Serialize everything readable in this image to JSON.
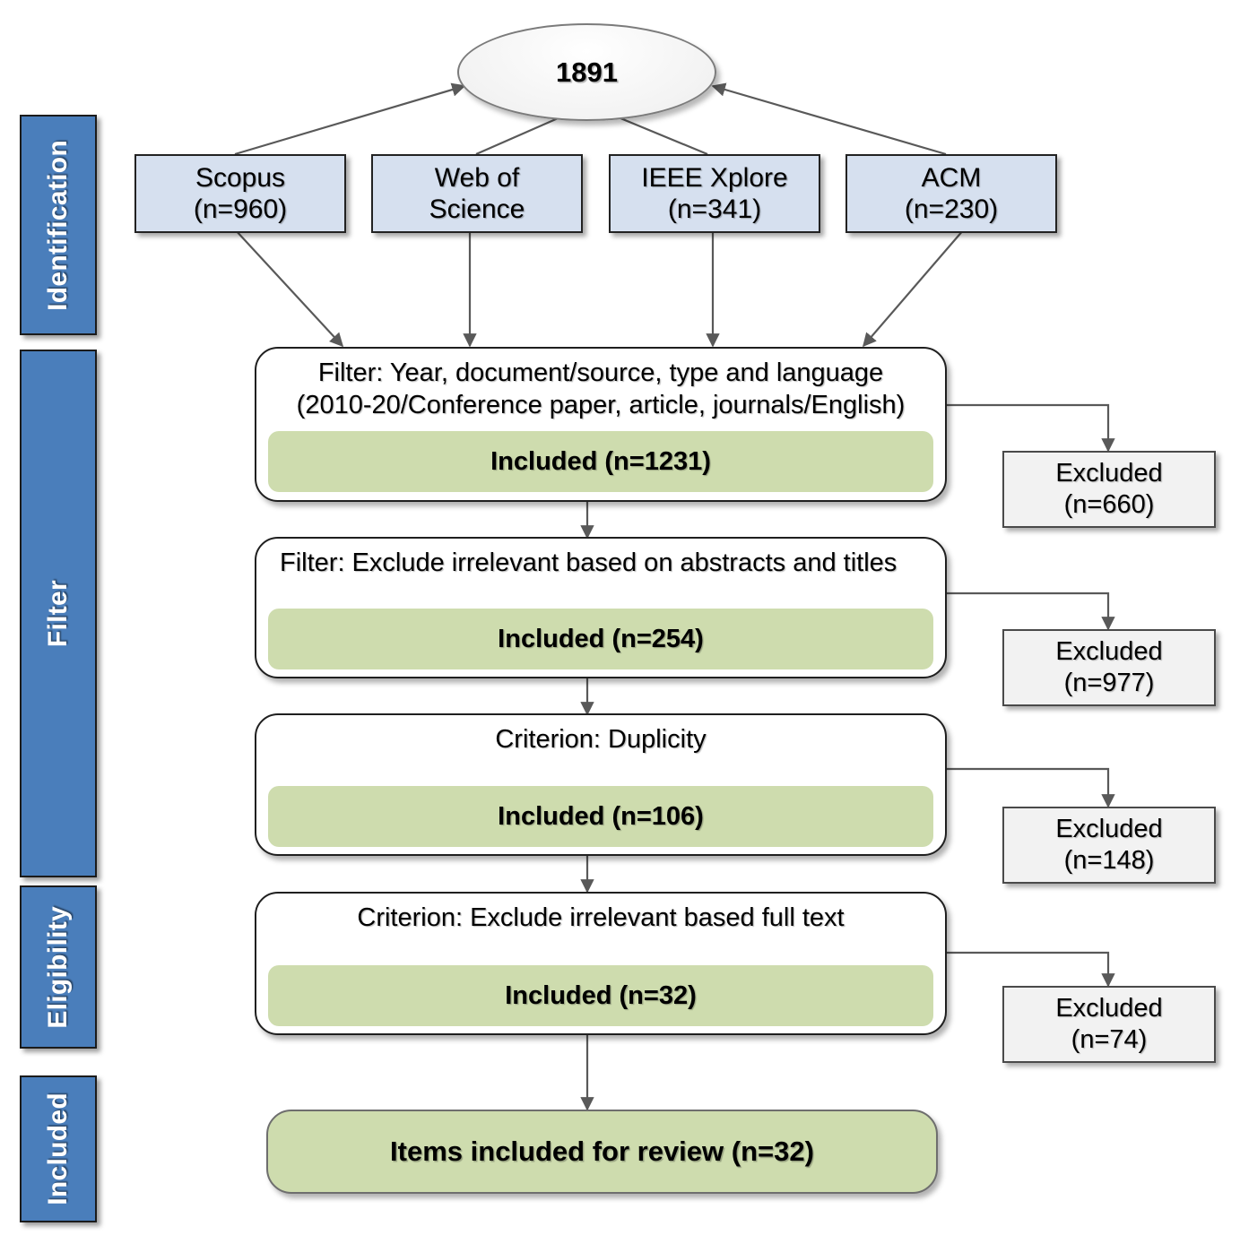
{
  "diagram": {
    "type": "prisma-flow-diagram",
    "total_records": "1891",
    "stages": [
      {
        "id": "identification",
        "label": "Identification"
      },
      {
        "id": "filter",
        "label": "Filter"
      },
      {
        "id": "eligibility",
        "label": "Eligibility"
      },
      {
        "id": "included",
        "label": "Included"
      }
    ],
    "sources": [
      {
        "id": "scopus",
        "name": "Scopus",
        "count": "(n=960)"
      },
      {
        "id": "web-of-science",
        "name": "Web of",
        "count": "Science"
      },
      {
        "id": "ieee-xplore",
        "name": "IEEE Xplore",
        "count": "(n=341)"
      },
      {
        "id": "acm",
        "name": "ACM",
        "count": "(n=230)"
      }
    ],
    "steps": [
      {
        "id": "filter-year-type-language",
        "title_line1": "Filter: Year, document/source, type and language",
        "title_line2": "(2010-20/Conference paper, article, journals/English)",
        "included": "Included (n=1231)",
        "excluded_line1": "Excluded",
        "excluded_line2": "(n=660)"
      },
      {
        "id": "filter-abstracts-titles",
        "title_line1": "Filter: Exclude irrelevant based on abstracts and titles",
        "title_line2": "",
        "included": "Included (n=254)",
        "excluded_line1": "Excluded",
        "excluded_line2": "(n=977)"
      },
      {
        "id": "criterion-duplicity",
        "title_line1": "Criterion: Duplicity",
        "title_line2": "",
        "included": "Included (n=106)",
        "excluded_line1": "Excluded",
        "excluded_line2": "(n=148)"
      },
      {
        "id": "criterion-full-text",
        "title_line1": "Criterion: Exclude irrelevant based full text",
        "title_line2": "",
        "included": "Included (n=32)",
        "excluded_line1": "Excluded",
        "excluded_line2": "(n=74)"
      }
    ],
    "final": {
      "id": "items-included-for-review",
      "label": "Items included for review (n=32)"
    },
    "colors": {
      "stage_bar": "#4A7EBB",
      "source_box": "#D6E0EF",
      "included_bar": "#CEDCAE",
      "excluded_box": "#F2F2F2",
      "connector": "#595959"
    }
  }
}
